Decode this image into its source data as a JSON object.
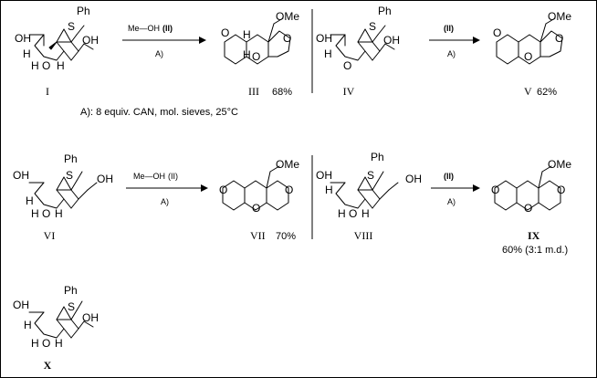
{
  "reactions": {
    "r1": {
      "label": "I",
      "reagent": "Me—OH",
      "reagent_tag": "(II)",
      "condition": "A)",
      "product": "III",
      "yield": "68%"
    },
    "r2": {
      "label": "IV",
      "reagent_tag": "(II)",
      "condition": "A)",
      "product": "V",
      "yield": "62%"
    },
    "r3": {
      "label": "VI",
      "reagent": "Me—OH",
      "reagent_tag": "(II)",
      "condition": "A)",
      "product": "VII",
      "yield": "70%"
    },
    "r4": {
      "label": "VIII",
      "reagent_tag": "(II)",
      "condition": "A)",
      "product": "IX",
      "yield": "60% (3:1 m.d.)"
    },
    "r5": {
      "label": "X"
    }
  },
  "footnote": "A): 8 equiv. CAN, mol. sieves, 25°C",
  "atoms": {
    "ph": "Ph",
    "s": "S",
    "oh": "OH",
    "o": "O",
    "h": "H",
    "ome": "OMe"
  }
}
